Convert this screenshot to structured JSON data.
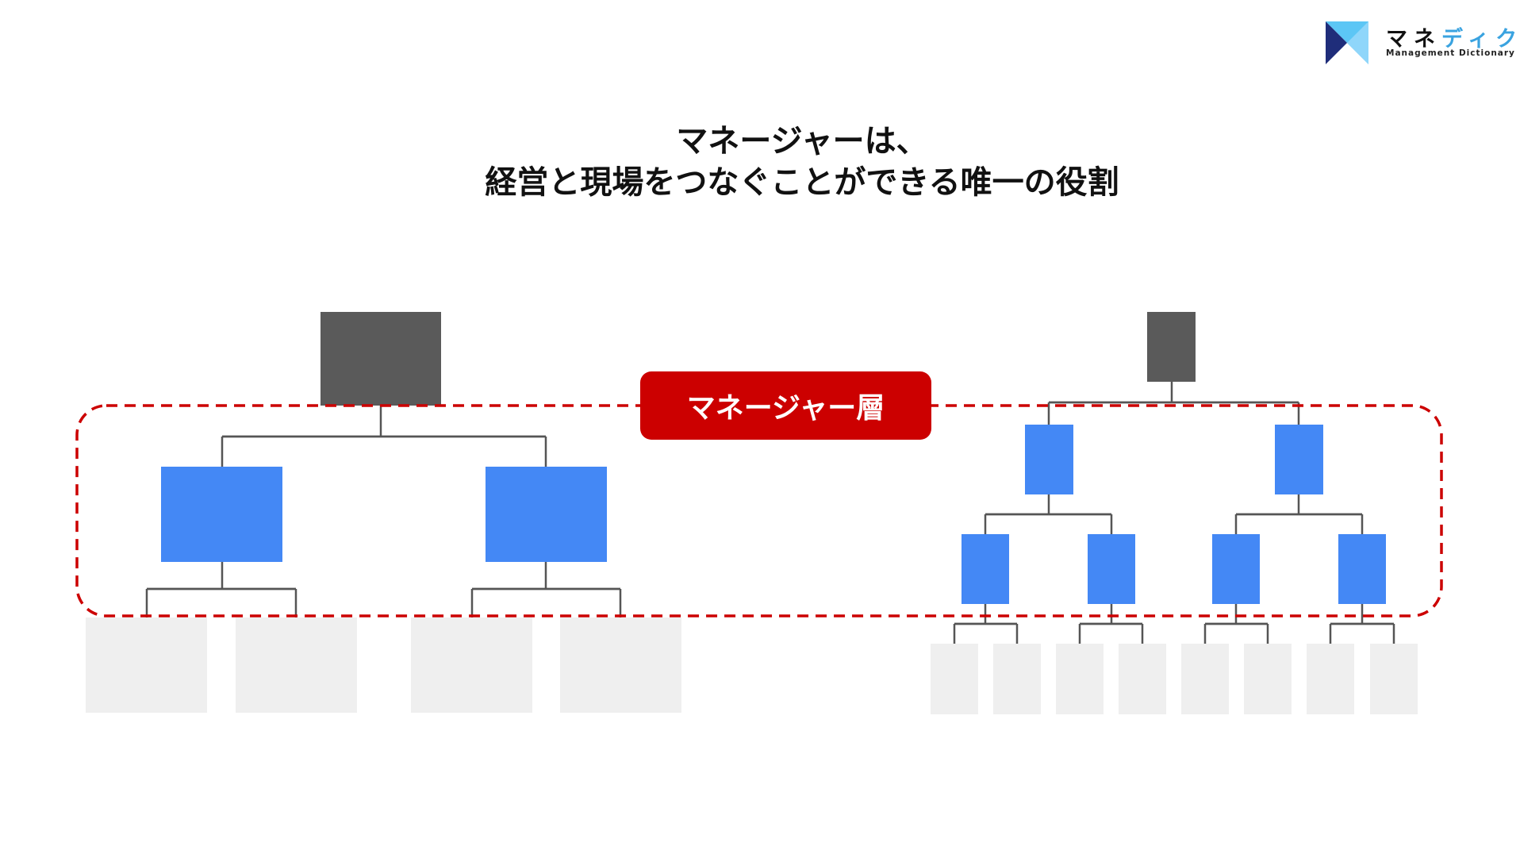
{
  "logo": {
    "text_dark": "マネ",
    "text_accent": "ディク",
    "subtitle": "Management Dictionary"
  },
  "title": {
    "line1": "マネージャーは、",
    "line2": "経営と現場をつなぐことができる唯一の役割"
  },
  "badge": {
    "label": "マネージャー層"
  },
  "colors": {
    "executive": "#5a5a5a",
    "manager": "#4488f5",
    "staff": "#efefef",
    "highlight": "#cc0000",
    "connector": "#555555"
  },
  "org_charts": [
    {
      "name": "flat",
      "executives": 1,
      "manager_levels": 1,
      "managers_per_level": [
        2
      ],
      "staff": 4
    },
    {
      "name": "deep",
      "executives": 1,
      "manager_levels": 2,
      "managers_per_level": [
        2,
        4
      ],
      "staff": 8
    }
  ]
}
